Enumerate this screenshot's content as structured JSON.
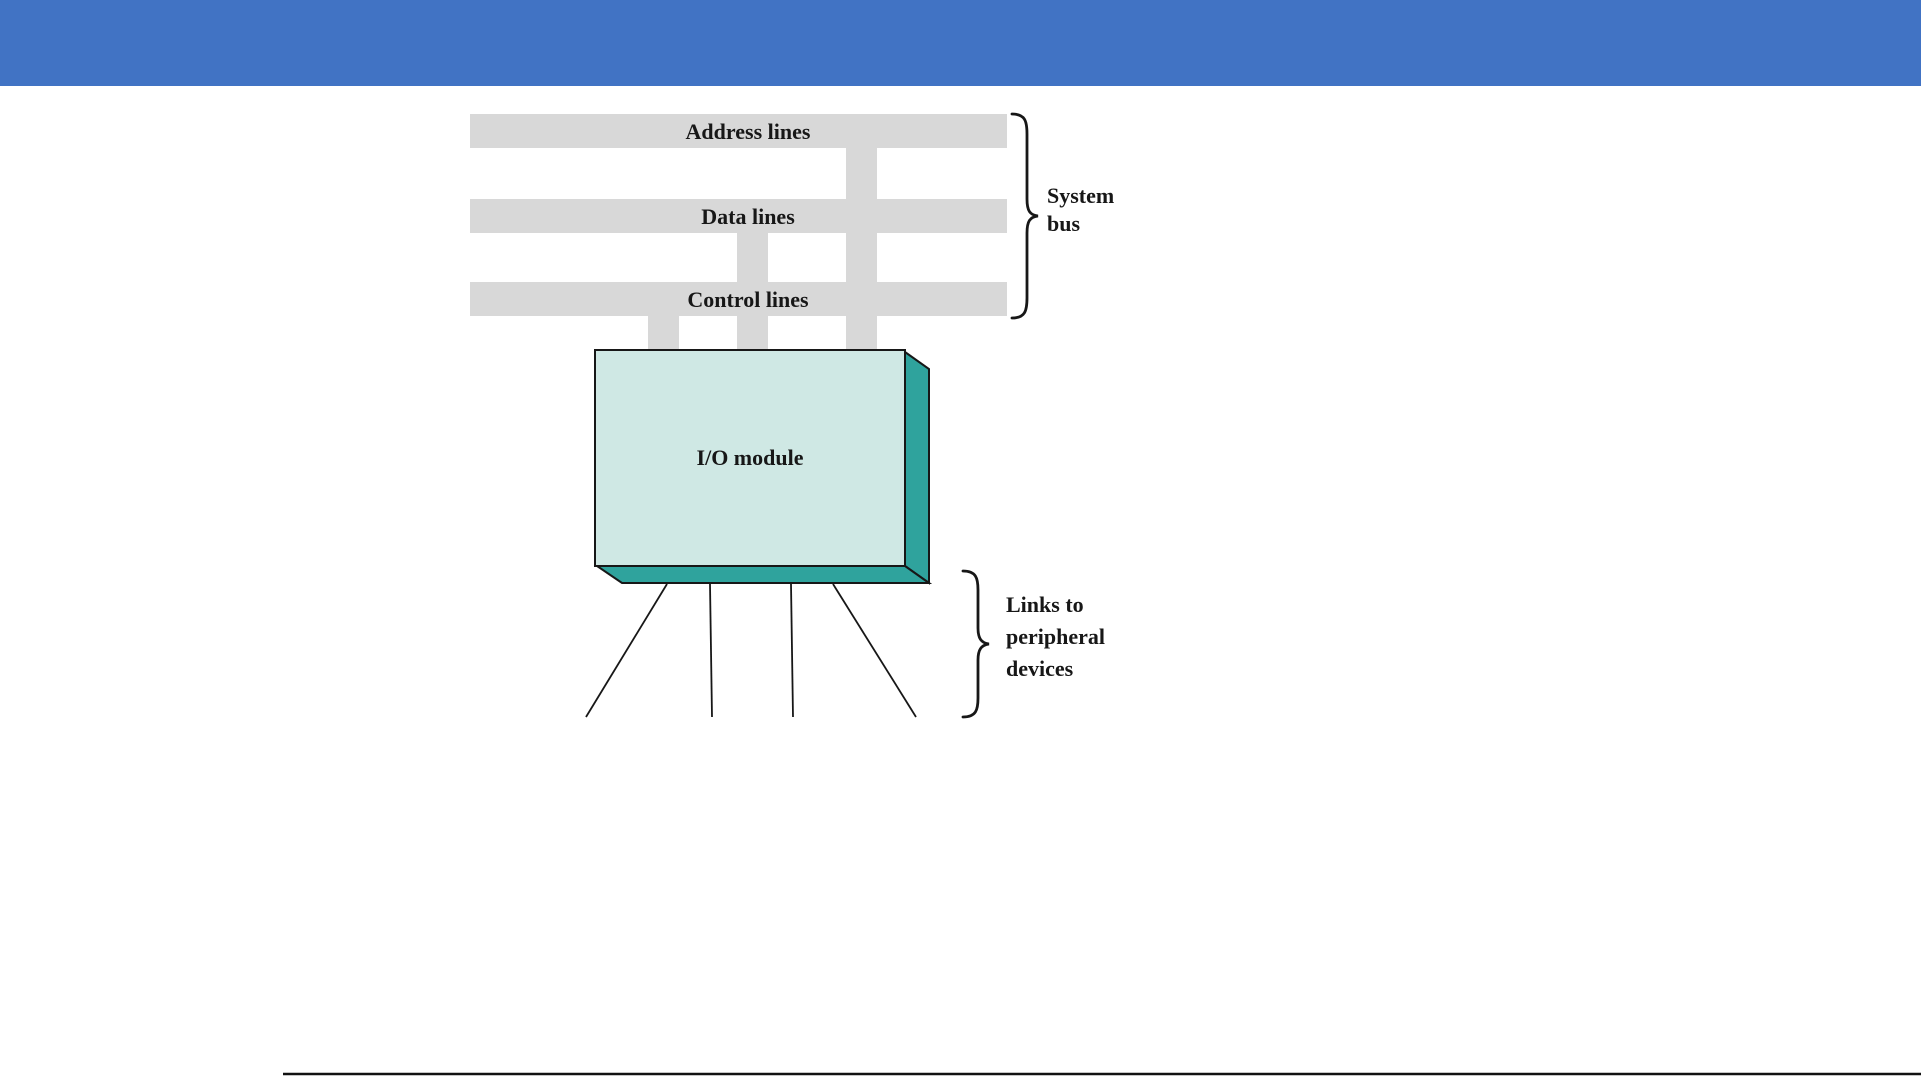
{
  "slide": {
    "colors": {
      "header": "#4173c4",
      "background": "#ffffff",
      "bus_fill": "#d8d8d8",
      "module_fill": "#cfe8e4",
      "module_side_fill": "#2fa39d",
      "ink": "#171717"
    }
  },
  "diagram": {
    "bus_labels": {
      "address": "Address lines",
      "data": "Data lines",
      "control": "Control lines"
    },
    "module_label": "I/O module",
    "system_bus_brace": {
      "lines": [
        "System",
        "bus"
      ]
    },
    "links_brace": {
      "lines": [
        "Links to",
        "peripheral",
        "devices"
      ]
    }
  }
}
